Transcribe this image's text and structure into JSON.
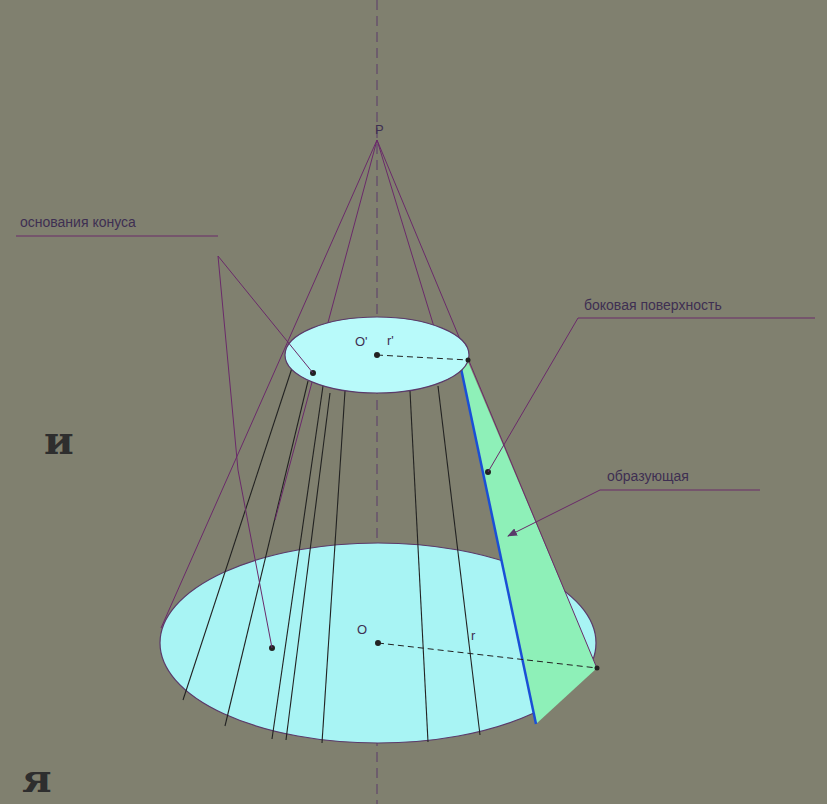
{
  "diagram": {
    "labels": [
      "основания конуса",
      "боковая поверхность",
      "образующая",
      "P",
      "O'",
      "r'",
      "O",
      "r",
      "и",
      "я"
    ]
  }
}
